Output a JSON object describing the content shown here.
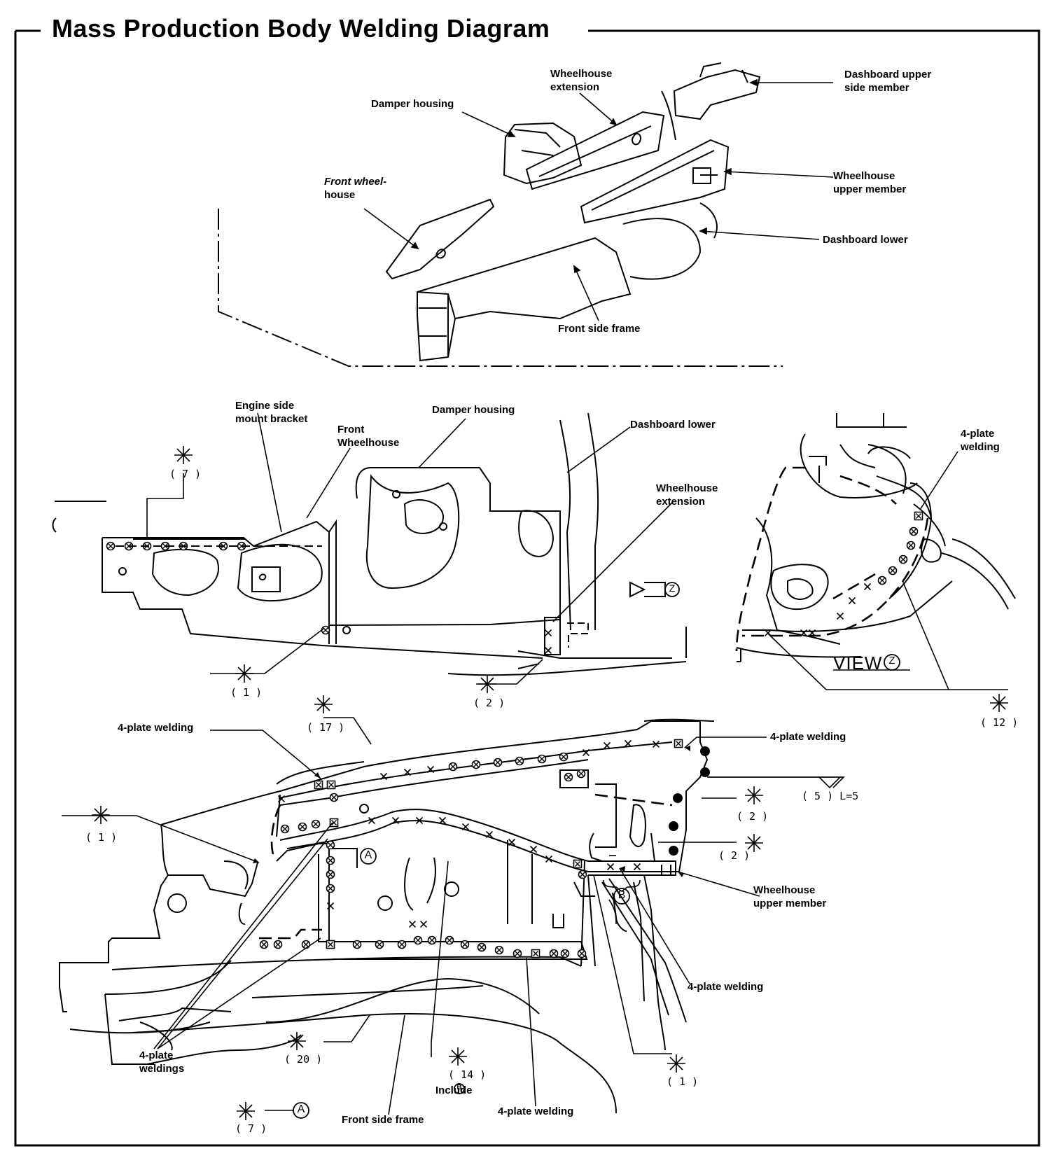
{
  "title": "Mass Production Body Welding Diagram",
  "exploded": {
    "wheelhouse_extension": [
      "Wheelhouse",
      "extension"
    ],
    "damper_housing": "Damper housing",
    "dashboard_upper_side_member": [
      "Dashboard upper",
      "side member"
    ],
    "front_wheelhouse": [
      "Front wheel-",
      "house"
    ],
    "wheelhouse_upper_member": [
      "Wheelhouse",
      "upper member"
    ],
    "dashboard_lower": "Dashboard lower",
    "front_side_frame": "Front side frame"
  },
  "side": {
    "engine_side_mount_bracket": [
      "Engine side",
      "mount bracket"
    ],
    "front_wheelhouse": [
      "Front",
      "Wheelhouse"
    ],
    "damper_housing": "Damper housing",
    "dashboard_lower": "Dashboard lower",
    "wheelhouse_extension": [
      "Wheelhouse",
      "extension"
    ],
    "four_plate_welding": [
      "4-plate",
      "welding"
    ],
    "view_label": "VIEW",
    "view_marker": "Z",
    "nums": {
      "n7": "( 7 )",
      "n1": "( 1 )",
      "n2": "( 2 )",
      "n12": "( 12 )"
    }
  },
  "top": {
    "four_plate_welding_left": "4-plate welding",
    "four_plate_welding_right": "4-plate welding",
    "four_plate_welding_lower": "4-plate welding",
    "four_plate_welding_bottom": "4-plate welding",
    "four_plate_weldings": [
      "4-plate",
      "weldings"
    ],
    "wheelhouse_upper_member": [
      "Wheelhouse",
      "upper member"
    ],
    "front_side_frame": "Front side frame",
    "include_b": "Include",
    "marker_a": "A",
    "marker_b": "B",
    "l5": "( 5 )  L=5",
    "nums": {
      "n17": "( 17 )",
      "n1l": "( 1 )",
      "n2a": "( 2 )",
      "n2b": "( 2 )",
      "n20": "( 20 )",
      "n14": "( 14 )",
      "n1r": "( 1 )",
      "n7": "( 7 )"
    }
  }
}
